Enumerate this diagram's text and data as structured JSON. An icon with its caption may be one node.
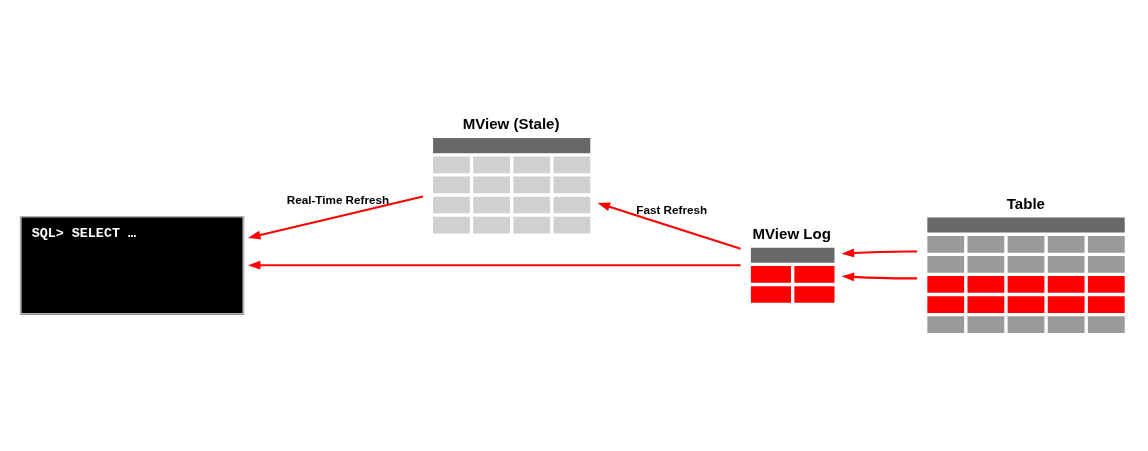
{
  "diagram": {
    "nodes": [
      {
        "text": [
          "MView (Stale)"
        ]
      },
      {
        "text": [
          "Table"
        ]
      },
      {
        "text": [
          "MView Log"
        ]
      },
      {
        "text": [
          "SQL> SELECT …"
        ]
      }
    ],
    "edges": [
      {
        "from": 1,
        "to": 2,
        "arrow": "to"
      },
      {
        "from": 1,
        "to": 2,
        "arrow": "to"
      },
      {
        "from": 2,
        "to": 0,
        "arrow": "to",
        "label": "Fast Refresh"
      },
      {
        "from": 0,
        "to": 3,
        "arrow": "to",
        "label": "Real-Time Refresh"
      },
      {
        "from": 2,
        "to": 3,
        "arrow": "to"
      }
    ]
  }
}
